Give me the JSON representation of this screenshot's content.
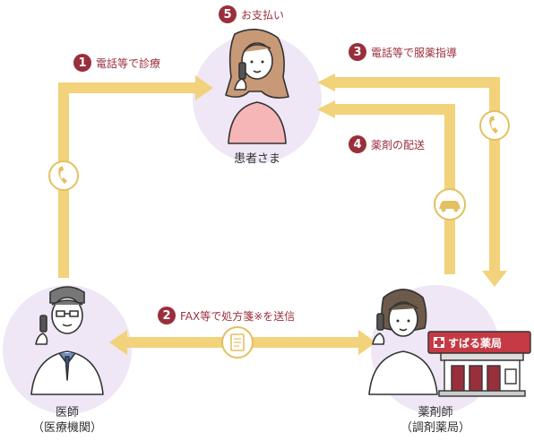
{
  "steps": [
    {
      "num": "1",
      "text": "電話等で診療"
    },
    {
      "num": "2",
      "text": "FAX等で処方箋※を送信"
    },
    {
      "num": "3",
      "text": "電話等で服薬指導"
    },
    {
      "num": "4",
      "text": "薬剤の配送"
    },
    {
      "num": "5",
      "text": "お支払い"
    }
  ],
  "actors": {
    "patient": {
      "label": "患者さま"
    },
    "doctor": {
      "label": "医師",
      "sub": "（医療機関）"
    },
    "pharmacist": {
      "label": "薬剤師",
      "sub": "（調剤薬局）"
    }
  },
  "pharmacy_sign": "すばる薬局",
  "colors": {
    "arrow": "#f2d27a",
    "accent": "#9a2f3c",
    "circle": "#efe7f5",
    "icon_stroke": "#e3c060"
  }
}
